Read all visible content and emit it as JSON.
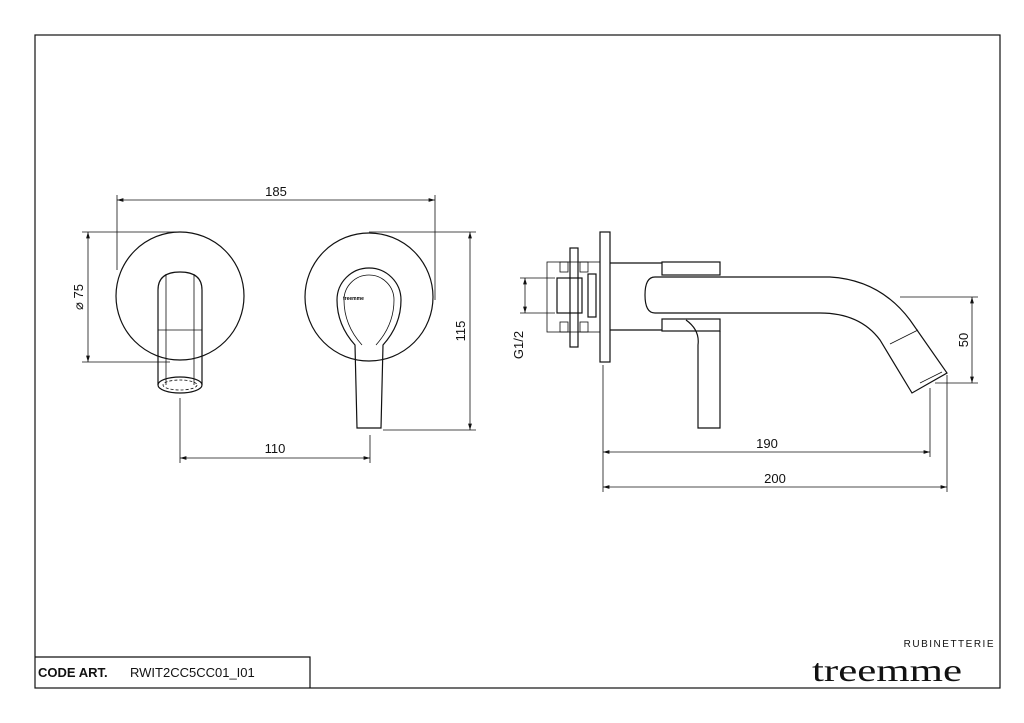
{
  "title_block": {
    "code_label": "CODE ART.",
    "code_value": "RWIT2CC5CC01_I01"
  },
  "logo": {
    "subtitle": "RUBINETTERIE",
    "name": "treemme"
  },
  "dimensions": {
    "width_front": "185",
    "plate_diameter": "⌀ 75",
    "height_total": "115",
    "spout_to_handle": "110",
    "connection": "G1/2",
    "spout_drop": "50",
    "projection_outlet": "190",
    "projection_total": "200"
  },
  "handle_mark": "treemme"
}
